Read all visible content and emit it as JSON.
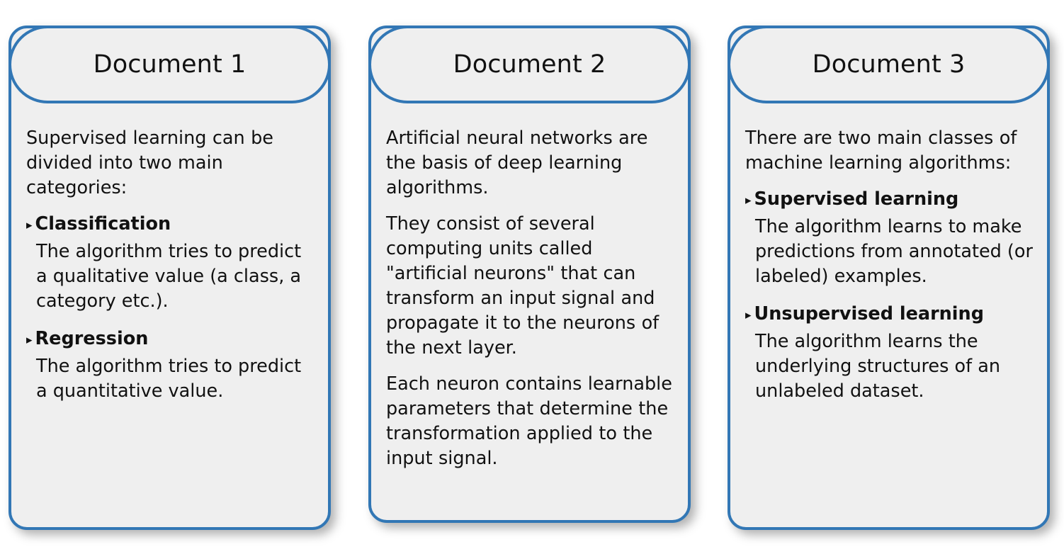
{
  "page": {
    "background_color": "#ffffff",
    "card_fill_color": "#efefef",
    "card_border_color": "#3277b5",
    "text_color": "#111111",
    "bullet_marker": "▸"
  },
  "documents": [
    {
      "title": "Document 1",
      "blocks": [
        {
          "kind": "para",
          "text": "Supervised learning can be divided into two main categories:"
        },
        {
          "kind": "bullet",
          "label": "Classification",
          "desc": "The algorithm tries to predict a qualitative value (a class, a category etc.)."
        },
        {
          "kind": "bullet",
          "label": "Regression",
          "desc": "The algorithm tries to predict a quantitative value."
        }
      ]
    },
    {
      "title": "Document 2",
      "blocks": [
        {
          "kind": "para",
          "text": "Artificial neural networks are the basis of deep learning algorithms."
        },
        {
          "kind": "para",
          "text": "They consist of several computing units called \"artificial neurons\" that can transform an input signal and propagate it to the neurons of the next layer."
        },
        {
          "kind": "para",
          "text": "Each neuron contains learnable parameters that determine the transformation applied to the input signal."
        }
      ]
    },
    {
      "title": "Document 3",
      "blocks": [
        {
          "kind": "para",
          "text": "There are two main classes of machine learning algorithms:"
        },
        {
          "kind": "bullet",
          "label": "Supervised learning",
          "desc": "The algorithm learns to make predictions from annotated (or labeled) examples."
        },
        {
          "kind": "bullet",
          "label": "Unsupervised learning",
          "desc": "The algorithm learns the underlying structures of an unlabeled dataset."
        }
      ]
    }
  ]
}
